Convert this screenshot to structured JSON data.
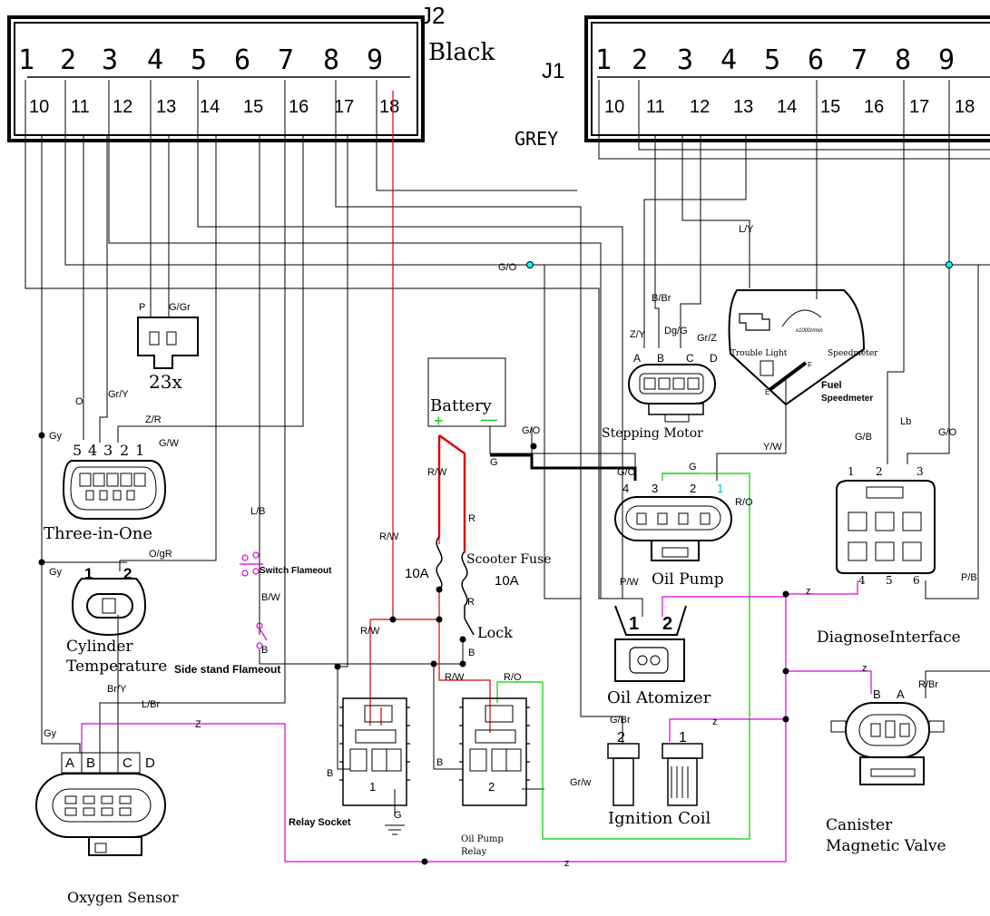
{
  "connectors": {
    "j2": {
      "name": "J2",
      "color": "Black",
      "top_pins": [
        "1",
        "2",
        "3",
        "4",
        "5",
        "6",
        "7",
        "8",
        "9"
      ],
      "bottom_pins": [
        "10",
        "11",
        "12",
        "13",
        "14",
        "15",
        "16",
        "17",
        "18"
      ]
    },
    "j1": {
      "name": "J1",
      "color": "GREY",
      "top_pins": [
        "1",
        "2",
        "3",
        "4",
        "5",
        "6",
        "7",
        "8",
        "9"
      ],
      "bottom_pins": [
        "10",
        "11",
        "12",
        "13",
        "14",
        "15",
        "16",
        "17",
        "18"
      ]
    }
  },
  "components": {
    "plug23x": {
      "label": "23x",
      "pin_p": "P",
      "pin_ggr": "G/Gr"
    },
    "battery": {
      "label": "Battery",
      "plus": "+",
      "minus": "—"
    },
    "stepping_motor": {
      "label": "Stepping Motor",
      "pins": [
        "A",
        "B",
        "C",
        "D"
      ]
    },
    "speedometer": {
      "trouble_light": "Trouble Light",
      "speedmeter": "Speedmeter",
      "fuel": "Fuel",
      "fuel_speedmeter": "Speedmeter",
      "gauge_text": "x1000r/min",
      "fuel_marks": [
        "F",
        "E"
      ]
    },
    "three_in_one": {
      "label": "Three-in-One",
      "pins": [
        "5",
        "4",
        "3",
        "2",
        "1"
      ]
    },
    "oil_pump": {
      "label": "Oil Pump",
      "pins": [
        "4",
        "3",
        "2",
        "1"
      ]
    },
    "diagnose": {
      "label": "DiagnoseInterface",
      "pins_top": [
        "1",
        "2",
        "3"
      ],
      "pins_bottom": [
        "4",
        "5",
        "6"
      ]
    },
    "cylinder_temp": {
      "label_line1": "Cylinder",
      "label_line2": "Temperature",
      "pins": [
        "1",
        "2"
      ]
    },
    "oil_atomizer": {
      "label": "Oil Atomizer",
      "pins": [
        "1",
        "2"
      ]
    },
    "ignition_coil": {
      "label": "Ignition Coil",
      "pins": [
        "2",
        "1"
      ]
    },
    "canister": {
      "label_line1": "Canister",
      "label_line2": "Magnetic Valve",
      "pins": [
        "B",
        "A"
      ]
    },
    "oxygen_sensor": {
      "label": "Oxygen Sensor",
      "pins": [
        "A",
        "B",
        "C",
        "D"
      ]
    },
    "relay_socket": {
      "label": "Relay Socket",
      "number": "1"
    },
    "oil_pump_relay": {
      "label_line1": "Oil Pump",
      "label_line2": "Relay",
      "number": "2"
    },
    "scooter_fuse": {
      "label": "Scooter Fuse",
      "rating": "10A"
    },
    "fuse_left": {
      "rating": "10A"
    },
    "lock": {
      "label": "Lock"
    },
    "switch_flameout": {
      "label": "Switch Flameout"
    },
    "side_stand": {
      "label": "Side stand Flameout"
    }
  },
  "wires": {
    "go_top": "G/O",
    "ly": "L/Y",
    "bbr": "B/Br",
    "zy": "Z/Y",
    "dgg": "Dg/G",
    "grz": "Gr/Z",
    "p_23x": "P",
    "ggr_23x": "G/Gr",
    "o": "O",
    "gry": "Gr/Y",
    "gy_top": "Gy",
    "zr": "Z/R",
    "gw": "G/W",
    "go_batt": "G/O",
    "g_batt": "G",
    "rw_batt": "R/W",
    "r_fuse": "R",
    "rw_left": "R/W",
    "lb_switch": "L/B",
    "bw_switch": "B/W",
    "b_switch": "B",
    "ogr": "O/gR",
    "gy_cyl": "Gy",
    "yw": "Y/W",
    "go_pump": "G/O",
    "g_pump": "G",
    "ro_pump": "R/O",
    "pw": "P/W",
    "gb": "G/B",
    "lb_diag": "Lb",
    "go_diag": "G/O",
    "pb": "P/B",
    "r_lock": "R",
    "rw_relay1": "R/W",
    "rw_relay2": "R/W",
    "ro_relay": "R/O",
    "b_lock": "B",
    "bry": "Br/Y",
    "lbr": "L/Br",
    "gy_oxy": "Gy",
    "z_oxy": "Z",
    "gbr": "G/Br",
    "z_coil": "z",
    "z_diag": "z",
    "z_can": "z",
    "rbr": "R/Br",
    "b_relay1": "B",
    "b_relay2": "B",
    "g_relay": "G",
    "grw": "Gr/w",
    "z_bottom": "z"
  }
}
